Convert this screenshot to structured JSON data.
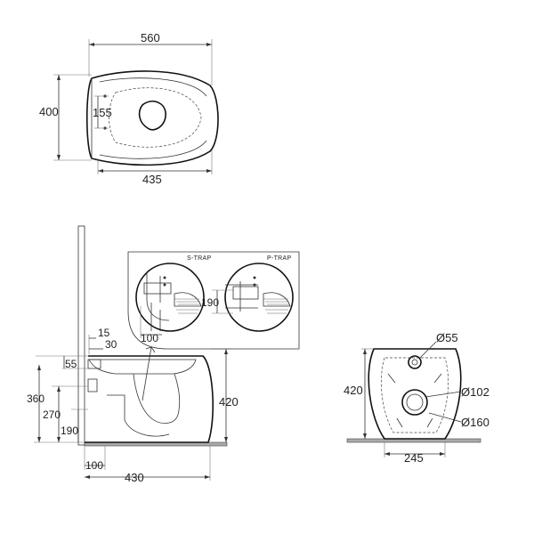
{
  "top_view": {
    "width_overall": "560",
    "depth": "400",
    "fixing_spacing": "155",
    "width_rear": "435"
  },
  "side_view": {
    "pipe_a": "15",
    "pipe_b": "30",
    "inlet_height": "55",
    "height_360": "360",
    "height_270": "270",
    "height_190": "190",
    "wall_offset": "100",
    "depth": "430",
    "height": "420"
  },
  "detail": {
    "s_trap_label": "S-TRAP",
    "p_trap_label": "P-TRAP",
    "s_trap_offset": "100",
    "p_trap_height": "190"
  },
  "front_view": {
    "height": "420",
    "inlet_diameter": "Ø55",
    "outlet_diameter": "Ø102",
    "trap_diameter": "Ø160",
    "base_width": "245"
  }
}
